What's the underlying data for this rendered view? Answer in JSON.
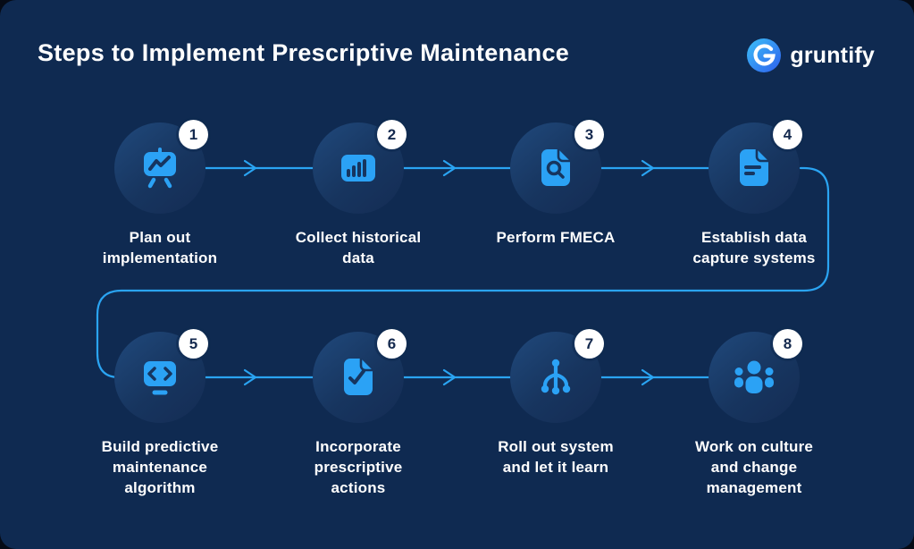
{
  "header": {
    "title": "Steps to Implement Prescriptive Maintenance",
    "brand": "gruntify"
  },
  "steps": [
    {
      "number": "1",
      "label": "Plan out\nimplementation",
      "icon": "presentation-chart-icon"
    },
    {
      "number": "2",
      "label": "Collect historical\ndata",
      "icon": "bar-chart-icon"
    },
    {
      "number": "3",
      "label": "Perform FMECA",
      "icon": "document-search-icon"
    },
    {
      "number": "4",
      "label": "Establish data\ncapture systems",
      "icon": "document-text-icon"
    },
    {
      "number": "5",
      "label": "Build predictive\nmaintenance\nalgorithm",
      "icon": "code-monitor-icon"
    },
    {
      "number": "6",
      "label": "Incorporate\nprescriptive\nactions",
      "icon": "document-check-icon"
    },
    {
      "number": "7",
      "label": "Roll out system\nand let it learn",
      "icon": "branch-icon"
    },
    {
      "number": "8",
      "label": "Work on culture\nand change\nmanagement",
      "icon": "team-icon"
    }
  ],
  "colors": {
    "outer_background": "#060b16",
    "card_background": "#0f2a51",
    "circle_gradient_top": "#20497c",
    "circle_gradient_bottom": "#142c54",
    "accent_line": "#2aa4f2",
    "icon_blue": "#2ba2f5",
    "icon_cutout": "#16355f",
    "badge_background": "#ffffff",
    "badge_text": "#14294e",
    "title_text": "#ffffff",
    "logo_gradient_start": "#3cc0f7",
    "logo_gradient_end": "#2e5fee"
  }
}
